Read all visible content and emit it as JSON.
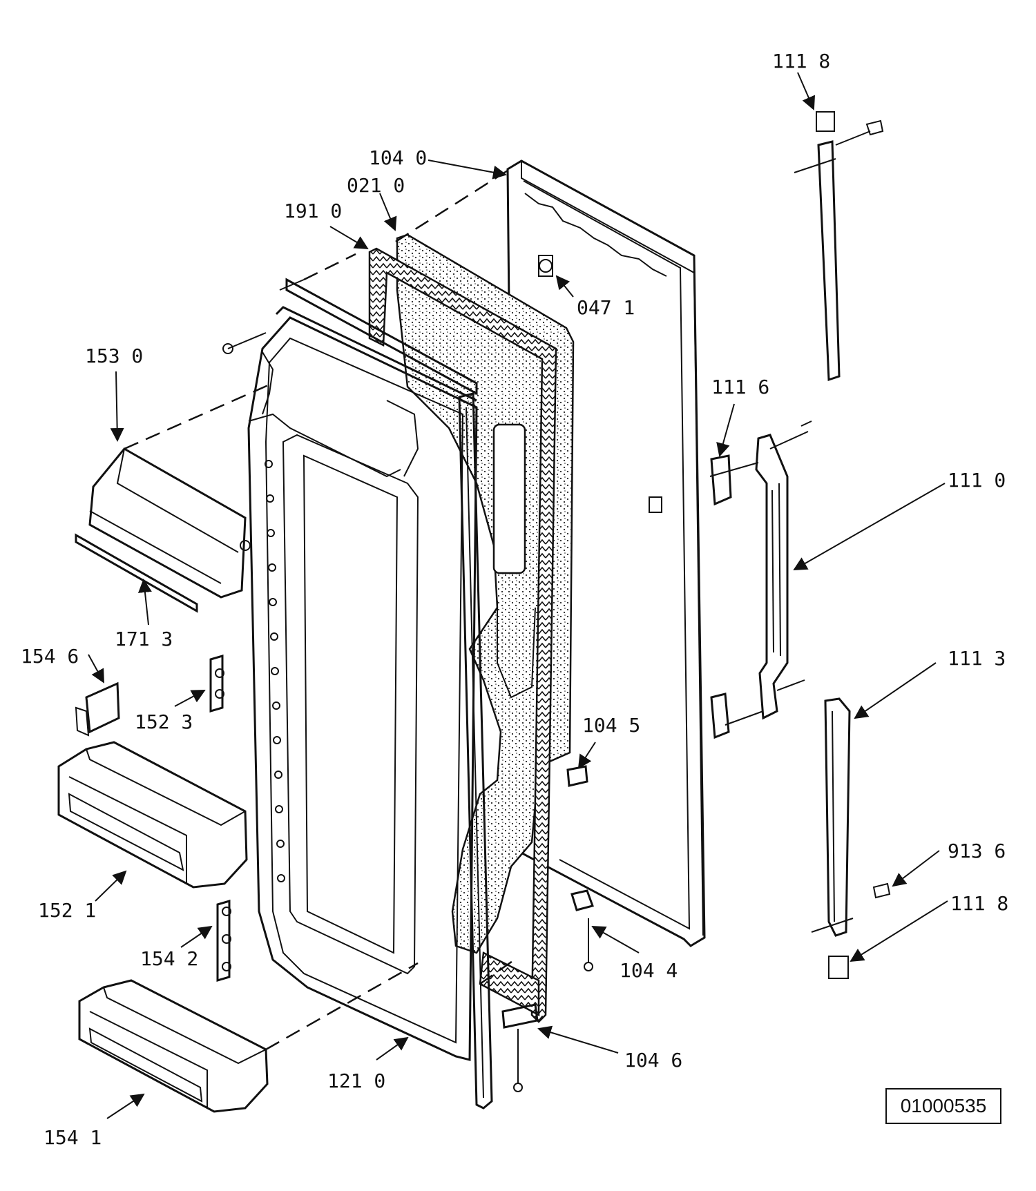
{
  "labels": {
    "l_111_8_top": "111 8",
    "l_104_0": "104 0",
    "l_021_0": "021 0",
    "l_191_0": "191 0",
    "l_047_1": "047 1",
    "l_153_0": "153 0",
    "l_111_6": "111 6",
    "l_111_0": "111 0",
    "l_171_3": "171 3",
    "l_154_6": "154 6",
    "l_111_3": "111 3",
    "l_152_3": "152 3",
    "l_104_5": "104 5",
    "l_913_6": "913 6",
    "l_111_8_bottom": "111 8",
    "l_152_1": "152 1",
    "l_104_4": "104 4",
    "l_154_2": "154 2",
    "l_104_6": "104 6",
    "l_121_0": "121 0",
    "l_154_1": "154 1"
  },
  "reference_number": "01000535"
}
